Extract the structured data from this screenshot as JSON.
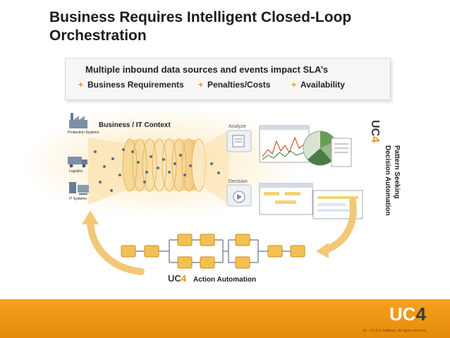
{
  "slide": {
    "title": "Business Requires Intelligent Closed-Loop Orchestration",
    "requirements": {
      "heading": "Multiple inbound data sources and events impact SLA’s",
      "items": [
        {
          "label": "Business Requirements"
        },
        {
          "label": "Penalties/Costs"
        },
        {
          "label": "Availability"
        }
      ],
      "bullet": "+"
    },
    "diagram": {
      "context_label": "Business / IT Context",
      "sources": [
        "Production Systems",
        "Logistics",
        "IT Systems"
      ],
      "analyze_label": "Analyze",
      "decision_label": "Decision",
      "pattern_label": "Pattern Seeking",
      "decision_auto_label": "Decision Automation",
      "action_label": "Action Automation",
      "logo_text": "UC",
      "logo_num": "4"
    },
    "footer": {
      "logo_text": "UC",
      "logo_num": "4",
      "note": "16 – © UC4 Software. All rights reserved."
    }
  },
  "colors": {
    "accent": "#e8941c",
    "band": "#f4a41f",
    "arrow": "#f2c878"
  },
  "icons": [
    "plus-icon",
    "factory-icon",
    "truck-icon",
    "server-icon",
    "magnifier-icon",
    "decision-icon",
    "cycle-arrow-icon"
  ]
}
